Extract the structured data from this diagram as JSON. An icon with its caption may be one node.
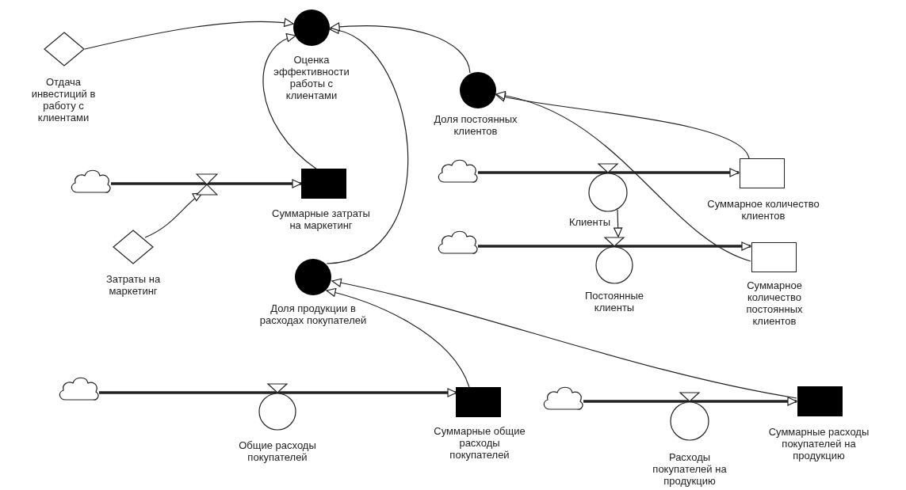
{
  "diagram": {
    "nodes": [
      {
        "text": [
          "Оценка эффективности работы с клиентами"
        ]
      },
      {
        "text": [
          "Отдача инвестиций в работу с клиентами"
        ]
      },
      {
        "text": [
          "Доля постоянных клиентов"
        ]
      },
      {
        "text": [],
        "shape": "cloud"
      },
      {
        "text": [],
        "shape": "valve"
      },
      {
        "text": [
          "Суммарные затраты на маркетинг"
        ]
      },
      {
        "text": [
          "Затраты на маркетинг"
        ]
      },
      {
        "text": [
          "Доля продукции в расходах покупателей"
        ]
      },
      {
        "text": [],
        "shape": "cloud"
      },
      {
        "text": [
          "Клиенты"
        ]
      },
      {
        "text": [
          "Суммарное количество клиентов"
        ]
      },
      {
        "text": [],
        "shape": "cloud"
      },
      {
        "text": [
          "Постоянные клиенты"
        ]
      },
      {
        "text": [
          "Суммарное количество постоянных клиентов"
        ]
      },
      {
        "text": [],
        "shape": "cloud"
      },
      {
        "text": [
          "Общие расходы покупателей"
        ]
      },
      {
        "text": [
          "Суммарные общие расходы покупателей"
        ]
      },
      {
        "text": [],
        "shape": "cloud"
      },
      {
        "text": [
          "Расходы покупателей на продукцию"
        ]
      },
      {
        "text": [
          "Суммарные расходы покупателей на продукцию"
        ]
      }
    ],
    "edges": [
      {
        "from": 1,
        "to": 0,
        "arrow": "to"
      },
      {
        "from": 5,
        "to": 0,
        "arrow": "to"
      },
      {
        "from": 7,
        "to": 0,
        "arrow": "to"
      },
      {
        "from": 2,
        "to": 0,
        "arrow": "to"
      },
      {
        "from": 10,
        "to": 2,
        "arrow": "to"
      },
      {
        "from": 13,
        "to": 2,
        "arrow": "to"
      },
      {
        "from": 6,
        "to": 4,
        "arrow": "to"
      },
      {
        "from": 3,
        "to": 5,
        "arrow": "to",
        "style": "thick"
      },
      {
        "from": 8,
        "to": 10,
        "arrow": "to",
        "style": "thick"
      },
      {
        "from": 9,
        "to": 12,
        "arrow": "to"
      },
      {
        "from": 11,
        "to": 13,
        "arrow": "to",
        "style": "thick"
      },
      {
        "from": 14,
        "to": 16,
        "arrow": "to",
        "style": "thick"
      },
      {
        "from": 17,
        "to": 19,
        "arrow": "to",
        "style": "thick"
      },
      {
        "from": 16,
        "to": 7,
        "arrow": "to"
      },
      {
        "from": 19,
        "to": 7,
        "arrow": "to"
      }
    ]
  }
}
